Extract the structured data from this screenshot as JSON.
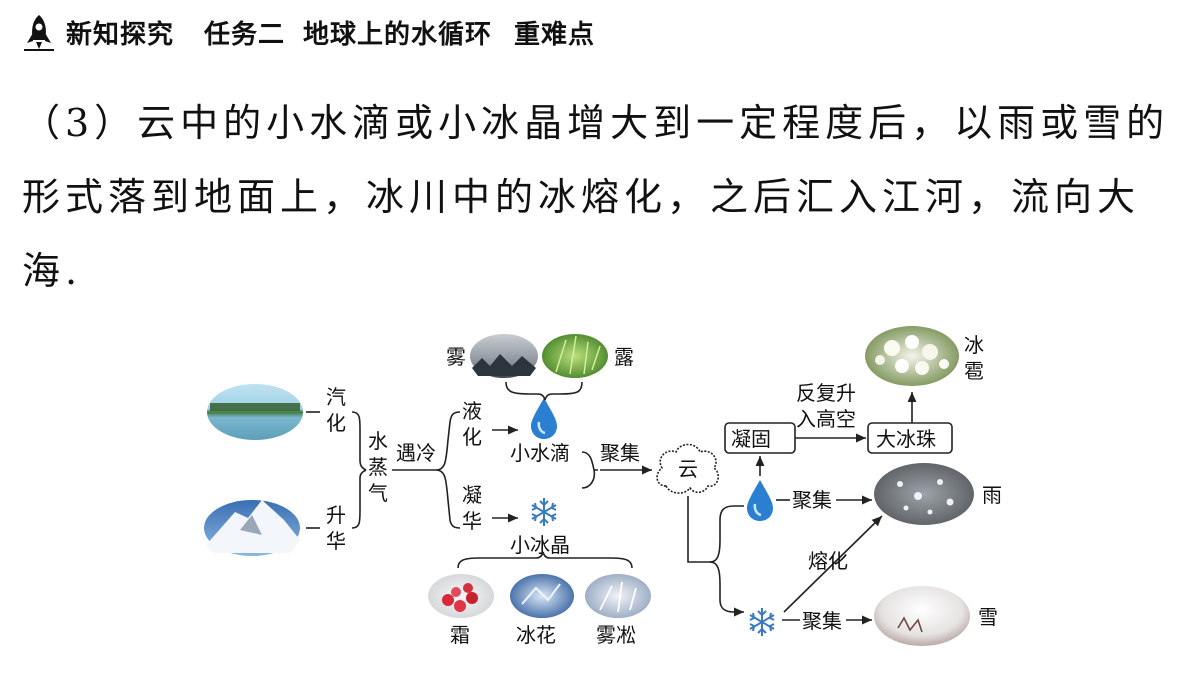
{
  "header": {
    "section": "新知探究",
    "task": "任务二",
    "topic": "地球上的水循环",
    "tag": "重难点"
  },
  "paragraph": "（3）云中的小水滴或小冰晶增大到一定程度后，以雨或雪的形式落到地面上，冰川中的冰熔化，之后汇入江河，流向大海.",
  "diagram": {
    "evaporation": "汽化",
    "sublimation": "升华",
    "water_vapor": "水蒸气",
    "cooling": "遇冷",
    "liquefaction": "液化",
    "desublimation": "凝华",
    "water_droplet": "小水滴",
    "ice_crystal": "小冰晶",
    "fog": "雾",
    "dew": "露",
    "frost": "霜",
    "ice_flower": "冰花",
    "rime": "雾凇",
    "gather": "聚集",
    "cloud": "云",
    "solidify": "凝固",
    "rise_again": "反复升",
    "into_sky": "入高空",
    "big_ice_ball": "大冰珠",
    "hail": "冰雹",
    "gather_rain": "聚集",
    "rain": "雨",
    "melt": "熔化",
    "gather_snow": "聚集",
    "snow": "雪"
  },
  "colors": {
    "drop": "#2a7fd0",
    "snowflake": "#3a7bbf"
  }
}
